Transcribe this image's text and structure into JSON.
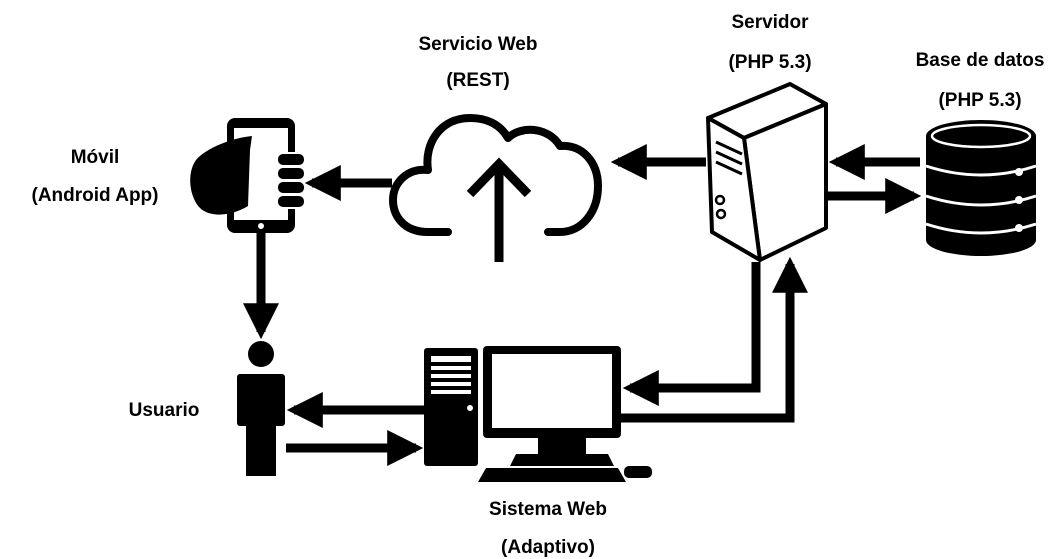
{
  "nodes": {
    "servicio_web": {
      "line1": "Servicio Web",
      "line2": "(REST)",
      "icon": "cloud-upload-icon"
    },
    "servidor": {
      "line1": "Servidor",
      "line2": "(PHP 5.3)",
      "icon": "server-tower-icon"
    },
    "base_datos": {
      "line1": "Base de datos",
      "line2": "(PHP 5.3)",
      "icon": "database-icon"
    },
    "movil": {
      "line1": "Móvil",
      "line2": "(Android App)",
      "icon": "phone-in-hand-icon"
    },
    "usuario": {
      "line1": "Usuario",
      "icon": "person-icon"
    },
    "sistema_web": {
      "line1": "Sistema Web",
      "line2": "(Adaptivo)",
      "icon": "desktop-computer-icon"
    }
  },
  "colors": {
    "stroke": "#000000",
    "background": "#ffffff"
  }
}
